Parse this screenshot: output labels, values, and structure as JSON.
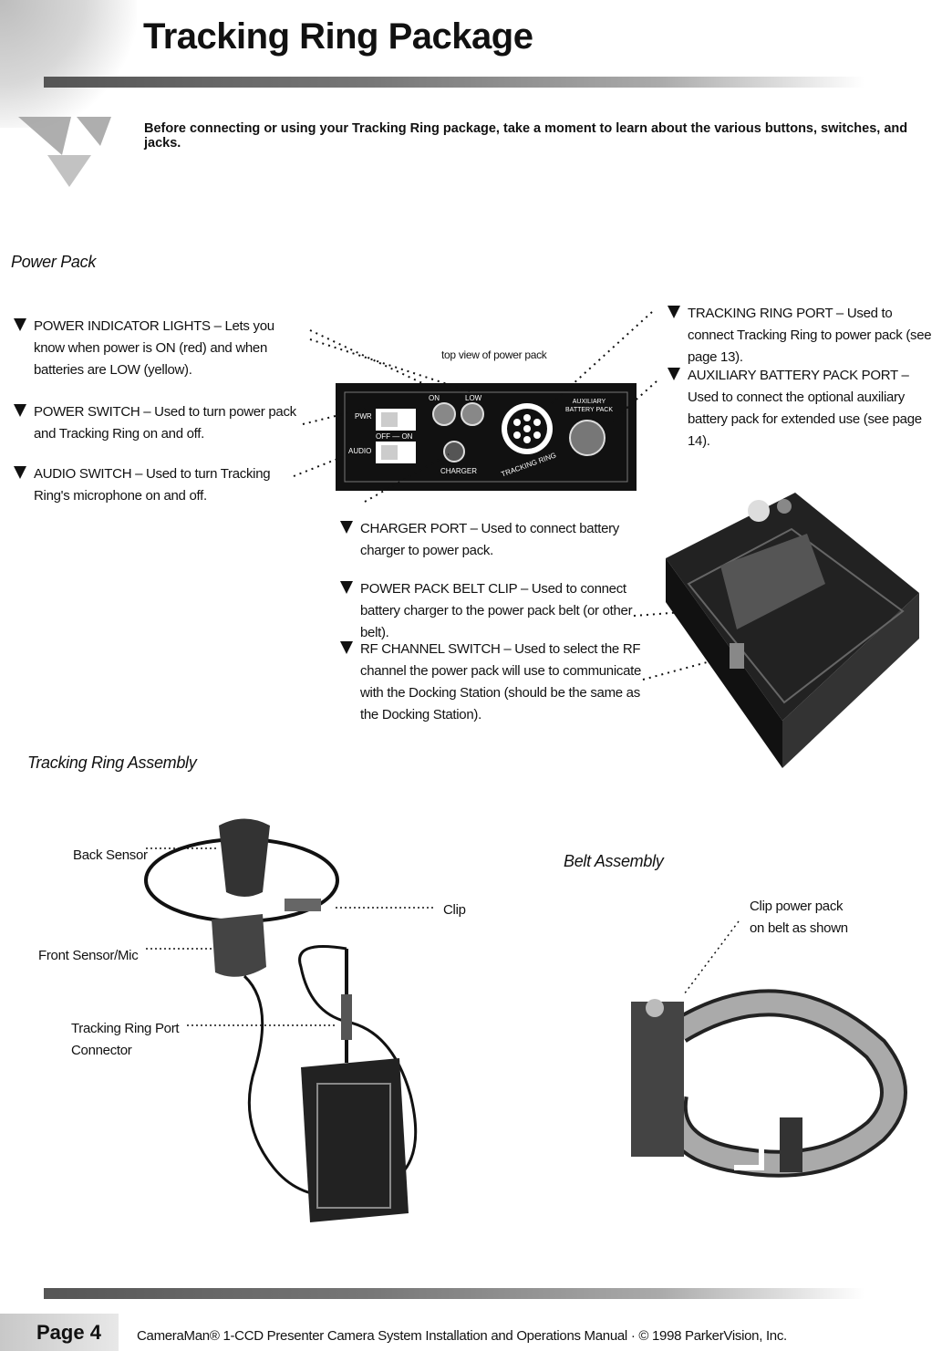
{
  "page": {
    "title": "Tracking Ring Package",
    "intro": "Before connecting or using your Tracking Ring package, take a moment to learn about the various buttons, switches, and jacks."
  },
  "power_pack": {
    "section_label": "Power Pack",
    "top_view_caption": "top view of power pack",
    "panel_labels": {
      "on": "ON",
      "low": "LOW",
      "pwr": "PWR",
      "off_on": "OFF — ON",
      "audio": "AUDIO",
      "charger": "CHARGER",
      "tracking_ring": "TRACKING RING",
      "aux_pack": "AUXILIARY BATTERY PACK"
    },
    "callouts": {
      "power_indicator": "POWER INDICATOR LIGHTS – Lets you know when power is ON (red) and when batteries are LOW (yellow).",
      "power_switch": "POWER SWITCH – Used to turn power pack and Tracking Ring on and off.",
      "audio_switch": "AUDIO SWITCH – Used to turn Tracking Ring's microphone on and off.",
      "tracking_ring_port": "TRACKING RING PORT – Used to connect Tracking Ring to power pack (see page 13).",
      "aux_battery_port": "AUXILIARY BATTERY PACK PORT – Used to connect the optional auxiliary battery pack for extended use (see page 14).",
      "charger_port": "CHARGER PORT – Used to connect battery charger to power pack.",
      "belt_clip": "POWER PACK BELT CLIP – Used to connect battery charger to the power pack belt (or other belt).",
      "rf_channel": "RF CHANNEL SWITCH – Used to select the RF channel the power pack will use to communicate with the Docking Station (should be the same as the Docking Station)."
    }
  },
  "tracking_ring": {
    "section_label": "Tracking Ring Assembly",
    "labels": {
      "back_sensor": "Back Sensor",
      "front_sensor": "Front Sensor/Mic",
      "port_connector": "Tracking Ring Port Connector",
      "clip": "Clip"
    }
  },
  "belt": {
    "section_label": "Belt Assembly",
    "caption": "Clip power pack on belt as shown"
  },
  "footer": {
    "page_label": "Page 4",
    "text": "CameraMan® 1-CCD Presenter Camera System Installation and Operations Manual  ·  © 1998 ParkerVision, Inc."
  }
}
